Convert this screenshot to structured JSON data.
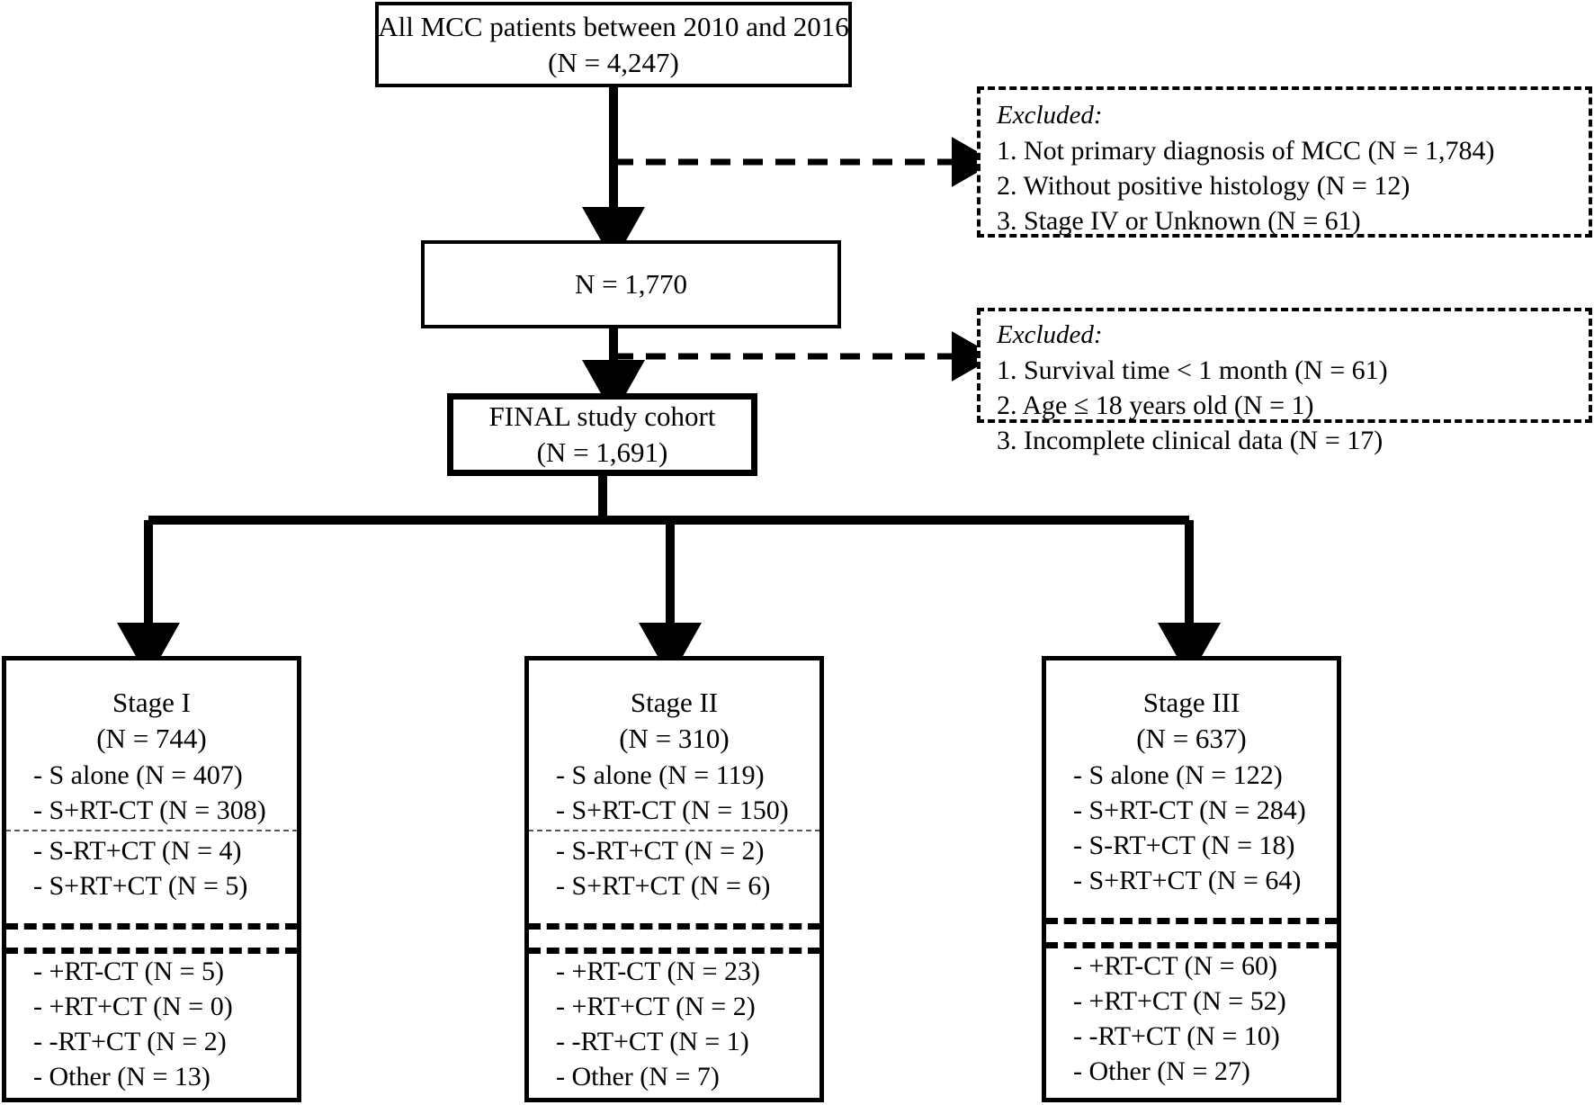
{
  "diagram": {
    "title": "MCC study cohort selection flow diagram",
    "nodes": {
      "all_patients": {
        "line1": "All MCC patients between 2010 and 2016",
        "line2": "(N = 4,247)"
      },
      "after_first_exclusion": {
        "line1": "N = 1,770"
      },
      "final_cohort": {
        "line1": "FINAL study cohort",
        "line2": "(N = 1,691)"
      }
    },
    "exclusions": [
      {
        "title": "Excluded:",
        "items": [
          "1. Not primary diagnosis of MCC (N = 1,784)",
          "2. Without positive histology (N = 12)",
          "3. Stage IV or Unknown (N = 61)"
        ]
      },
      {
        "title": "Excluded:",
        "items": [
          "1. Survival time < 1 month (N = 61)",
          "2. Age ≤ 18 years old (N = 1)",
          "3. Incomplete clinical data (N = 17)"
        ]
      }
    ],
    "stages": [
      {
        "name": "Stage I",
        "count": "(N = 744)",
        "group_a": [
          "- S alone (N = 407)",
          "- S+RT-CT (N = 308)"
        ],
        "group_b": [
          "- S-RT+CT (N = 4)",
          "- S+RT+CT (N = 5)"
        ],
        "group_c": [
          "- +RT-CT (N = 5)",
          "- +RT+CT (N = 0)",
          "- -RT+CT (N = 2)",
          "- Other (N = 13)"
        ],
        "has_thin_separator": true
      },
      {
        "name": "Stage II",
        "count": "(N = 310)",
        "group_a": [
          "- S alone (N = 119)",
          "- S+RT-CT (N = 150)"
        ],
        "group_b": [
          "- S-RT+CT (N = 2)",
          "- S+RT+CT (N = 6)"
        ],
        "group_c": [
          "- +RT-CT (N = 23)",
          "- +RT+CT (N = 2)",
          "- -RT+CT (N = 1)",
          "- Other (N = 7)"
        ],
        "has_thin_separator": true
      },
      {
        "name": "Stage III",
        "count": "(N = 637)",
        "group_a": [
          "- S alone (N = 122)",
          "- S+RT-CT (N = 284)"
        ],
        "group_b": [
          "- S-RT+CT (N = 18)",
          "- S+RT+CT (N = 64)"
        ],
        "group_c": [
          "- +RT-CT (N = 60)",
          "- +RT+CT (N = 52)",
          "- -RT+CT (N = 10)",
          "- Other (N = 27)"
        ],
        "has_thin_separator": false
      }
    ],
    "colors": {
      "stroke": "#000000",
      "background": "#ffffff",
      "thin_separator": "#555555"
    }
  }
}
